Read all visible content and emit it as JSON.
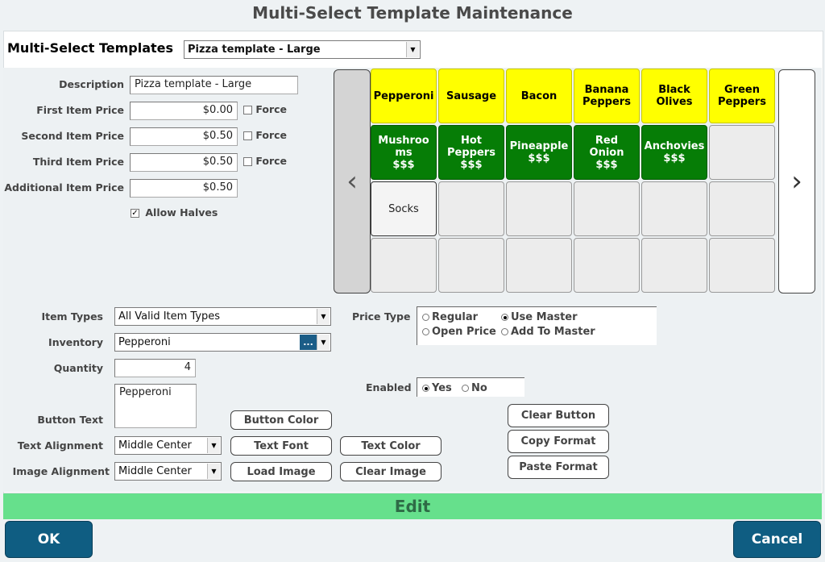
{
  "title": "Multi-Select Template Maintenance",
  "templates": {
    "label": "Multi-Select Templates",
    "selected": "Pizza template - Large"
  },
  "form": {
    "description_label": "Description",
    "description": "Pizza template - Large",
    "first_label": "First Item Price",
    "first_value": "$0.00",
    "second_label": "Second Item Price",
    "second_value": "$0.50",
    "third_label": "Third Item Price",
    "third_value": "$0.50",
    "additional_label": "Additional Item Price",
    "additional_value": "$0.50",
    "force_label": "Force",
    "allow_halves_label": "Allow Halves",
    "allow_halves_checked": true
  },
  "grid": {
    "cells": [
      {
        "line1": "Pepperoni",
        "line2": "",
        "price": "",
        "style": "yellow"
      },
      {
        "line1": "Sausage",
        "line2": "",
        "price": "",
        "style": "yellow"
      },
      {
        "line1": "Bacon",
        "line2": "",
        "price": "",
        "style": "yellow"
      },
      {
        "line1": "Banana",
        "line2": "Peppers",
        "price": "",
        "style": "yellow"
      },
      {
        "line1": "Black",
        "line2": "Olives",
        "price": "",
        "style": "yellow"
      },
      {
        "line1": "Green",
        "line2": "Peppers",
        "price": "",
        "style": "yellow"
      },
      {
        "line1": "Mushroo",
        "line2": "ms",
        "price": "$$$",
        "style": "green"
      },
      {
        "line1": "Hot",
        "line2": "Peppers",
        "price": "$$$",
        "style": "green"
      },
      {
        "line1": "Pineapple",
        "line2": "",
        "price": "$$$",
        "style": "green"
      },
      {
        "line1": "Red",
        "line2": "Onion",
        "price": "$$$",
        "style": "green"
      },
      {
        "line1": "Anchovies",
        "line2": "",
        "price": "$$$",
        "style": "green"
      },
      {
        "line1": "",
        "line2": "",
        "price": "",
        "style": "empty"
      },
      {
        "line1": "Socks",
        "line2": "",
        "price": "",
        "style": "plain"
      },
      {
        "line1": "",
        "line2": "",
        "price": "",
        "style": "empty"
      },
      {
        "line1": "",
        "line2": "",
        "price": "",
        "style": "empty"
      },
      {
        "line1": "",
        "line2": "",
        "price": "",
        "style": "empty"
      },
      {
        "line1": "",
        "line2": "",
        "price": "",
        "style": "empty"
      },
      {
        "line1": "",
        "line2": "",
        "price": "",
        "style": "empty"
      },
      {
        "line1": "",
        "line2": "",
        "price": "",
        "style": "empty"
      },
      {
        "line1": "",
        "line2": "",
        "price": "",
        "style": "empty"
      },
      {
        "line1": "",
        "line2": "",
        "price": "",
        "style": "empty"
      },
      {
        "line1": "",
        "line2": "",
        "price": "",
        "style": "empty"
      },
      {
        "line1": "",
        "line2": "",
        "price": "",
        "style": "empty"
      },
      {
        "line1": "",
        "line2": "",
        "price": "",
        "style": "empty"
      }
    ],
    "prev_icon": "chevron-left-icon",
    "next_icon": "chevron-right-icon"
  },
  "bottom": {
    "item_types_label": "Item Types",
    "item_types": "All Valid Item Types",
    "inventory_label": "Inventory",
    "inventory": "Pepperoni",
    "inventory_lookup": "...",
    "quantity_label": "Quantity",
    "quantity": "4",
    "button_text_label": "Button Text",
    "button_text": "Pepperoni",
    "text_alignment_label": "Text Alignment",
    "text_alignment": "Middle Center",
    "image_alignment_label": "Image Alignment",
    "image_alignment": "Middle Center",
    "price_type_label": "Price Type",
    "price_options": [
      "Regular",
      "Use Master",
      "Open Price",
      "Add To Master"
    ],
    "price_selected": "Use Master",
    "enabled_label": "Enabled",
    "enabled_options": [
      "Yes",
      "No"
    ],
    "enabled_selected": "Yes"
  },
  "buttons": {
    "button_color": "Button Color",
    "text_font": "Text Font",
    "text_color": "Text Color",
    "load_image": "Load Image",
    "clear_image": "Clear Image",
    "clear_button": "Clear Button",
    "copy_format": "Copy Format",
    "paste_format": "Paste Format",
    "edit": "Edit",
    "ok": "OK",
    "cancel": "Cancel"
  },
  "colors": {
    "yellow_button": "#ffff00",
    "green_button": "#067d06",
    "edit_bar": "#66e08c",
    "primary_button": "#0f5d82"
  }
}
